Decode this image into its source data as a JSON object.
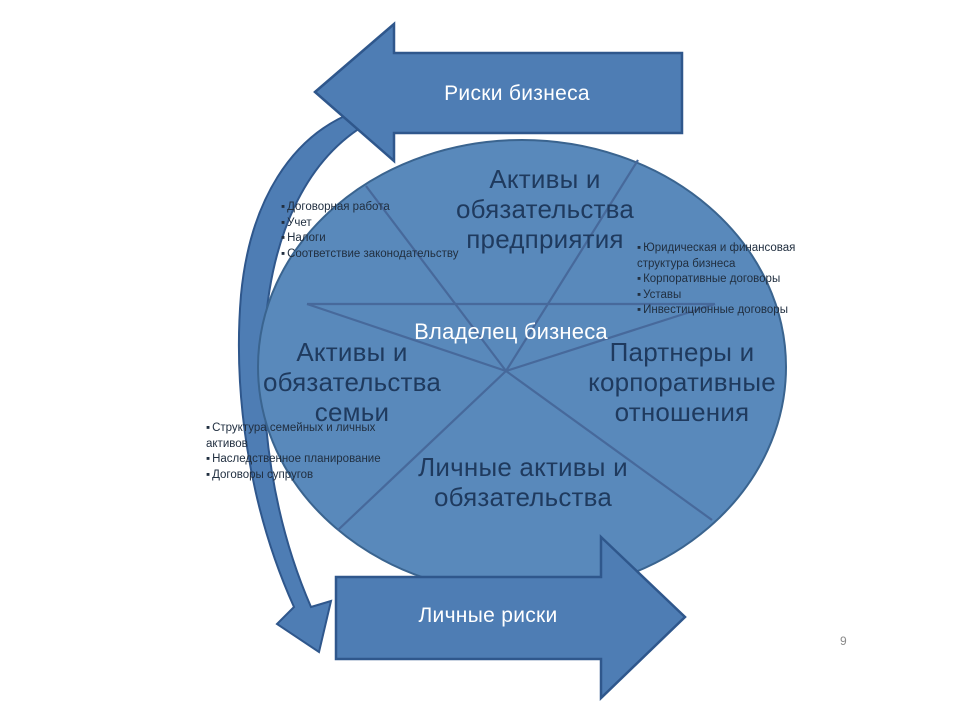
{
  "slide": {
    "page_number": "9",
    "background": "#ffffff"
  },
  "colors": {
    "circle_fill": "#5989BB",
    "circle_border": "#3A648F",
    "arrow_fill": "#4E7DB4",
    "arrow_border": "#2F578C",
    "divider_line": "#47699B",
    "quadrant_text": "#1F3A5E",
    "bullet_text": "#212F40",
    "light_text": "#FFFFFF",
    "page_number_text": "#8A8A8A"
  },
  "arrows": {
    "business_risks": {
      "label": "Риски бизнеса",
      "direction": "left"
    },
    "personal_risks": {
      "label": "Личные риски",
      "direction": "right"
    }
  },
  "center": {
    "label": "Владелец бизнеса"
  },
  "quadrants": {
    "top": {
      "lines": [
        "Активы и",
        "обязательства",
        "предприятия"
      ]
    },
    "left": {
      "lines": [
        "Активы и",
        "обязательства",
        "семьи"
      ]
    },
    "right": {
      "lines": [
        "Партнеры и",
        "корпоративные",
        "отношения"
      ]
    },
    "bottom": {
      "lines": [
        "Личные активы и",
        "обязательства"
      ]
    }
  },
  "bullet_lists": {
    "business": {
      "items": [
        "Договорная работа",
        "Учет",
        "Налоги",
        "Соответствие законодательству"
      ]
    },
    "corporate": {
      "items": [
        "Юридическая и финансовая структура бизнеса",
        "Корпоративные договоры",
        "Уставы",
        "Инвестиционные договоры"
      ]
    },
    "family": {
      "items": [
        "Структура семейных и личных активов",
        "Наследственное планирование",
        "Договоры супругов"
      ]
    }
  }
}
